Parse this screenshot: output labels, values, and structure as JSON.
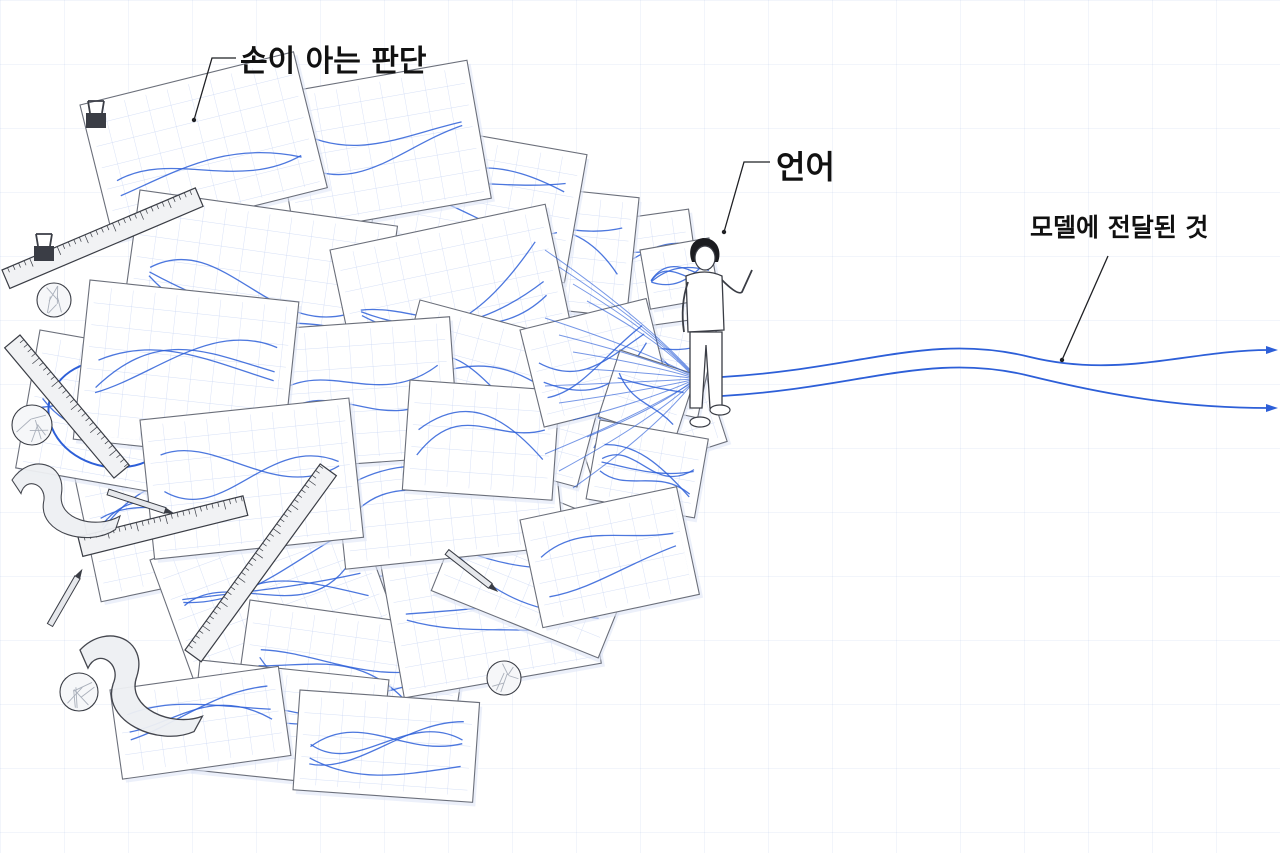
{
  "labels": {
    "tacit_knowledge": "손이 아는 판단",
    "language": "언어",
    "delivered_to_model": "모델에 전달된 것"
  },
  "colors": {
    "line_blue": "#2d5fd8",
    "paper_border": "#6b6f7a",
    "sketch_ink": "#3a3d45",
    "grid": "#d8e1f3",
    "crumple": "#aab0bb",
    "ruler_fill": "#f1f2f4"
  },
  "icons": [
    "binder-clip-icon",
    "ruler-icon",
    "french-curve-icon",
    "pen-icon",
    "crumpled-paper-icon",
    "person-icon",
    "arrow-head-icon"
  ]
}
